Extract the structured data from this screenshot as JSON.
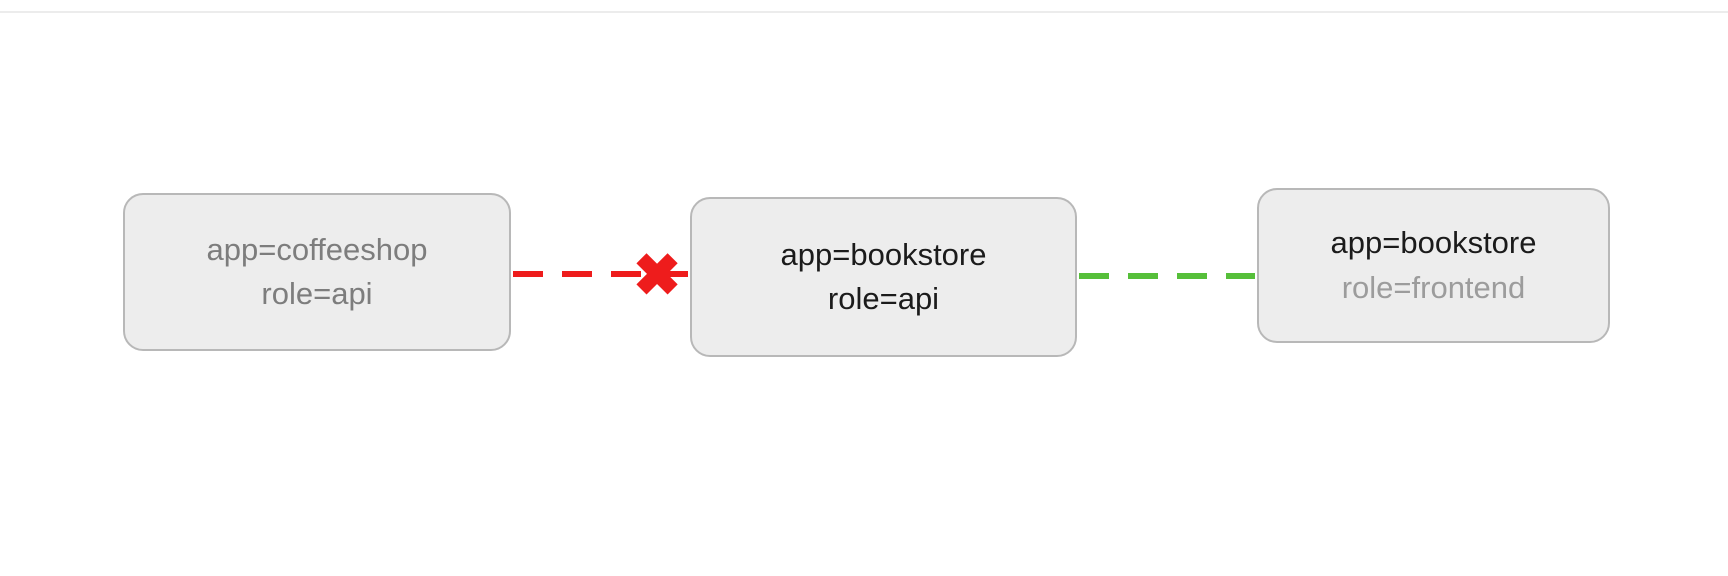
{
  "diagram": {
    "nodes": {
      "coffeeshop_api": {
        "line1": "app=coffeeshop",
        "line2": "role=api"
      },
      "bookstore_api": {
        "line1": "app=bookstore",
        "line2": "role=api"
      },
      "bookstore_frontend": {
        "line1": "app=bookstore",
        "line2": "role=frontend"
      }
    },
    "edges": {
      "blocked": {
        "from": "coffeeshop_api",
        "to": "bookstore_api",
        "status": "blocked",
        "style": "dashed",
        "color": "#ee1c1c",
        "icon": "✖"
      },
      "allowed": {
        "from": "bookstore_api",
        "to": "bookstore_frontend",
        "status": "allowed",
        "style": "dashed",
        "color": "#56bf3a"
      }
    },
    "colors": {
      "node_background": "#ededed",
      "node_border": "#b8b8b8",
      "muted_text": "#7d7d7d",
      "primary_text": "#1b1b1b",
      "secondary_text": "#9c9c9c",
      "blocked_red": "#ee1c1c",
      "allowed_green": "#56bf3a"
    }
  }
}
